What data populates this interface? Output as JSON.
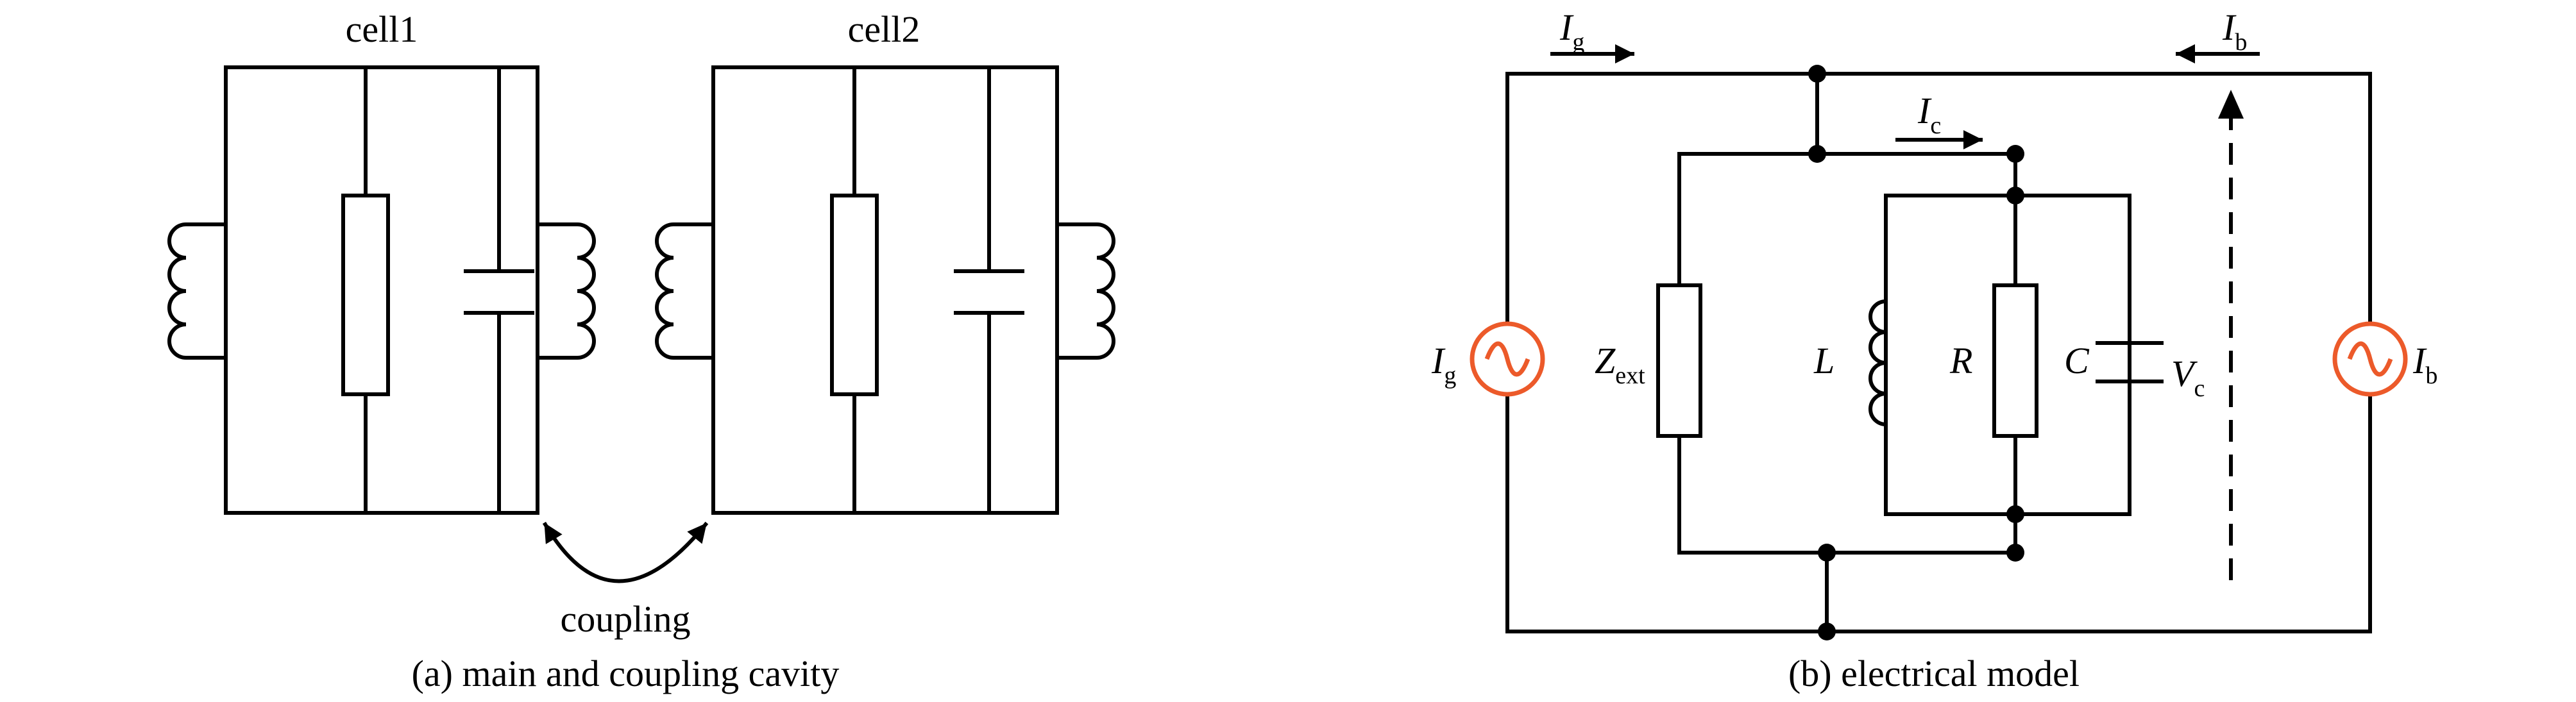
{
  "panel_a": {
    "cell1_label": "cell1",
    "cell2_label": "cell2",
    "coupling_label": "coupling",
    "caption": "(a) main and coupling cavity"
  },
  "panel_b": {
    "Ig_top": {
      "main": "I",
      "sub": "g"
    },
    "Ib_top": {
      "main": "I",
      "sub": "b"
    },
    "Ic": {
      "main": "I",
      "sub": "c"
    },
    "Ig_source": {
      "main": "I",
      "sub": "g"
    },
    "Ib_source": {
      "main": "I",
      "sub": "b"
    },
    "Zext": {
      "main": "Z",
      "sub": "ext"
    },
    "L": "L",
    "R": "R",
    "C": "C",
    "Vc": {
      "main": "V",
      "sub": "c"
    },
    "caption": "(b) electrical model"
  },
  "colors": {
    "source": "#ec5a2a",
    "line": "#000000"
  }
}
